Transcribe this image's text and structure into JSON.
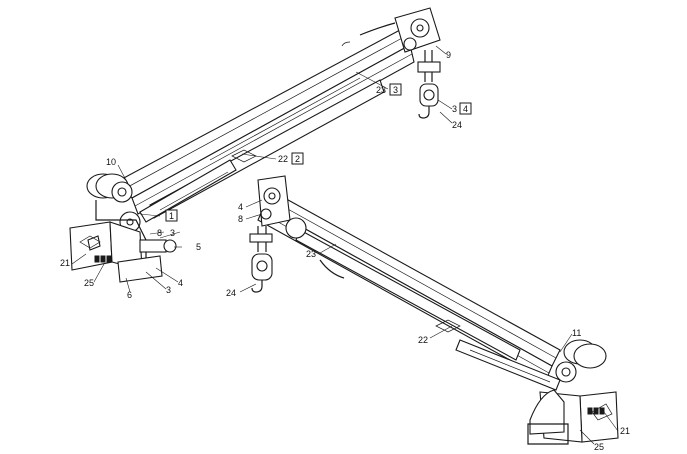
{
  "callouts": {
    "c10": "10",
    "c1": "1",
    "c8a": "8",
    "c3a": "3",
    "c5": "5",
    "c4a": "4",
    "c3b": "3",
    "c6": "6",
    "c21a": "21",
    "c25a": "25",
    "c22a": "22",
    "c2": "2",
    "c23a": "23",
    "c3box": "3",
    "c9": "9",
    "c3c": "3",
    "c4box": "4",
    "c24a": "24",
    "c4b": "4",
    "c8b": "8",
    "c23b": "23",
    "c24b": "24",
    "c22b": "22",
    "c11": "11",
    "c21b": "21",
    "c25b": "25"
  }
}
